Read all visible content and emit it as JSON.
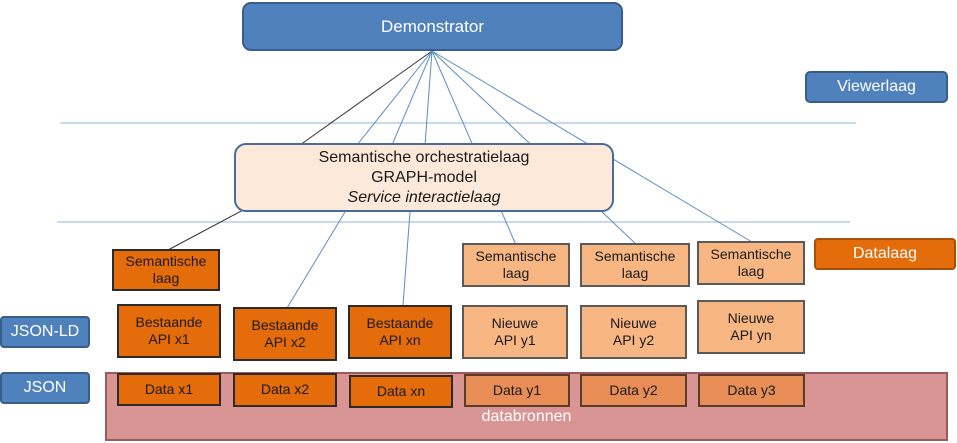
{
  "demonstrator": "Demonstrator",
  "viewerlaag": "Viewerlaag",
  "datalaag": "Datalaag",
  "orchestration": {
    "line1": "Semantische orchestratielaag",
    "line2": "GRAPH-model",
    "line3": "Service interactielaag"
  },
  "semantic_layers": {
    "x1": "Semantische laag",
    "y1": "Semantische laag",
    "y2": "Semantische laag",
    "yn": "Semantische laag"
  },
  "apis": [
    {
      "line1": "Bestaande",
      "line2": "API x1"
    },
    {
      "line1": "Bestaande",
      "line2": "API x2"
    },
    {
      "line1": "Bestaande",
      "line2": "API xn"
    },
    {
      "line1": "Nieuwe",
      "line2": "API y1"
    },
    {
      "line1": "Nieuwe",
      "line2": "API y2"
    },
    {
      "line1": "Nieuwe",
      "line2": "API yn"
    }
  ],
  "data": [
    "Data x1",
    "Data x2",
    "Data xn",
    "Data y1",
    "Data y2",
    "Data y3"
  ],
  "json_ld": "JSON-LD",
  "json": "JSON",
  "databronnen": "databronnen",
  "colors": {
    "blue": "#4f81bd",
    "dark_orange": "#e46c0a",
    "light_orange": "#f8b683",
    "orchestration_fill": "#fde9d9",
    "databronnen_fill": "#d99594"
  }
}
